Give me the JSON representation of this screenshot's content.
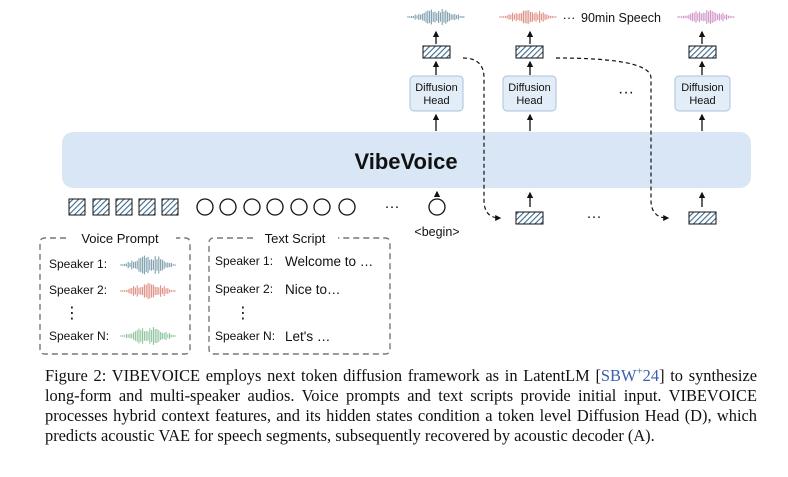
{
  "diagram": {
    "model_name": "VibeVoice",
    "head_label_line1": "Diffusion",
    "head_label_line2": "Head",
    "duration_label": "90min Speech",
    "dots": "···",
    "begin_token": "<begin>",
    "voice_prompt": {
      "title": "Voice Prompt",
      "speakers": [
        "Speaker 1:",
        "Speaker 2:",
        "Speaker N:"
      ],
      "vdots": "⋮"
    },
    "text_script": {
      "title": "Text Script",
      "speakers": [
        "Speaker 1:",
        "Speaker 2:",
        "Speaker N:"
      ],
      "texts": [
        "Welcome to …",
        "Nice to…",
        "Let's …"
      ],
      "vdots": "⋮"
    },
    "colors": {
      "model_block": "#d8e6f6",
      "head_box": "#e3edf8",
      "head_border": "#a9c1de",
      "token_fill": "#3c6a8c",
      "wave_teal": "#7e9fad",
      "wave_red": "#df8f86",
      "wave_pink": "#cf94c8",
      "wave_green": "#8cc49e"
    }
  },
  "caption": {
    "figure_label": "Figure 2:",
    "name_first": "V",
    "name_rest1": "IBE",
    "name_V": "V",
    "name_rest2": "OICE",
    "part1": " employs next token diffusion framework as in LatentLM [",
    "cite_a": "SBW",
    "cite_sup": "+",
    "cite_b": "24",
    "part2": "] to synthesize long-form and multi-speaker audios. Voice prompts and text scripts provide initial input. ",
    "name2_first": "V",
    "name2_rest1": "IBE",
    "name2_V": "V",
    "name2_rest2": "OICE",
    "part3": " processes hybrid context features, and its hidden states condition a token level Diffusion Head (D), which predicts acoustic VAE for speech segments, subsequently recovered by acoustic decoder (A)."
  }
}
